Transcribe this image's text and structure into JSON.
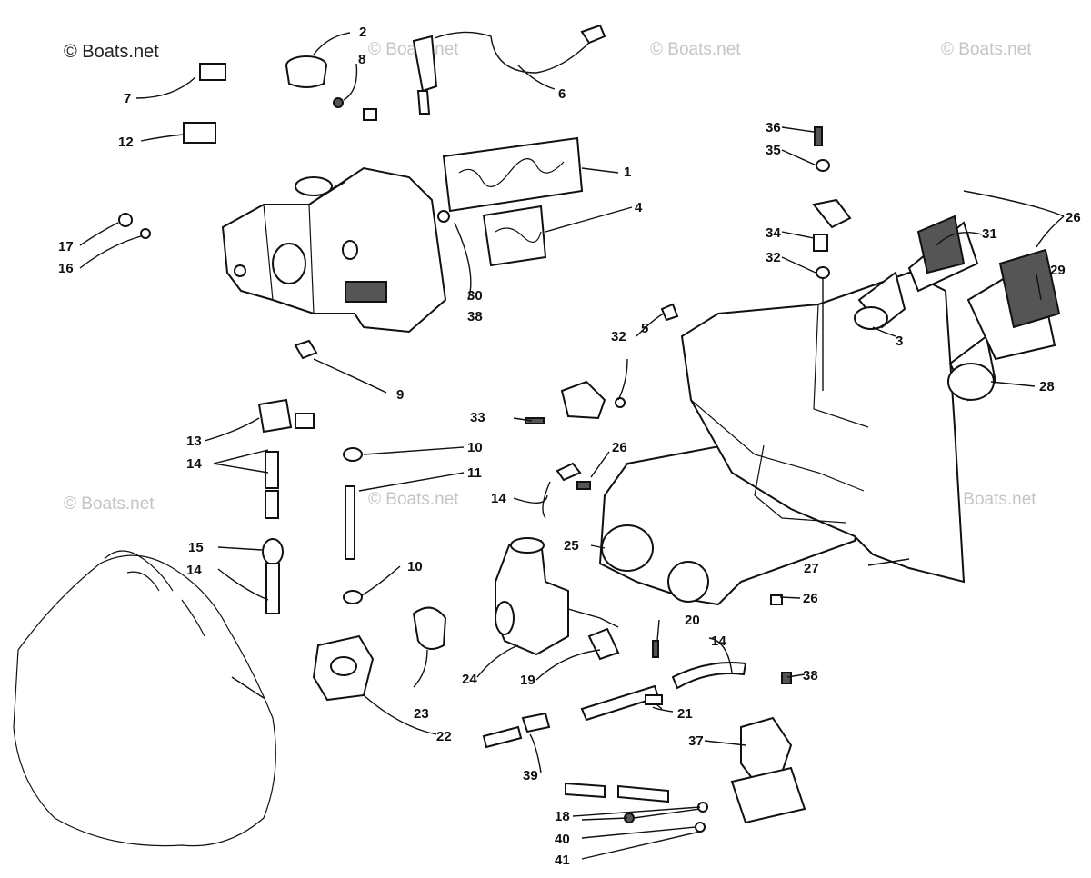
{
  "watermark": {
    "main": "© Boats.net",
    "repeat": "© Boats.net"
  },
  "callouts": [
    "1",
    "2",
    "3",
    "4",
    "5",
    "6",
    "7",
    "8",
    "9",
    "10",
    "10",
    "11",
    "12",
    "13",
    "14",
    "14",
    "14",
    "14",
    "15",
    "16",
    "17",
    "18",
    "19",
    "20",
    "21",
    "22",
    "23",
    "24",
    "25",
    "26",
    "26",
    "26",
    "27",
    "28",
    "29",
    "30",
    "31",
    "32",
    "32",
    "33",
    "34",
    "35",
    "36",
    "37",
    "38",
    "38",
    "39",
    "40",
    "41"
  ]
}
